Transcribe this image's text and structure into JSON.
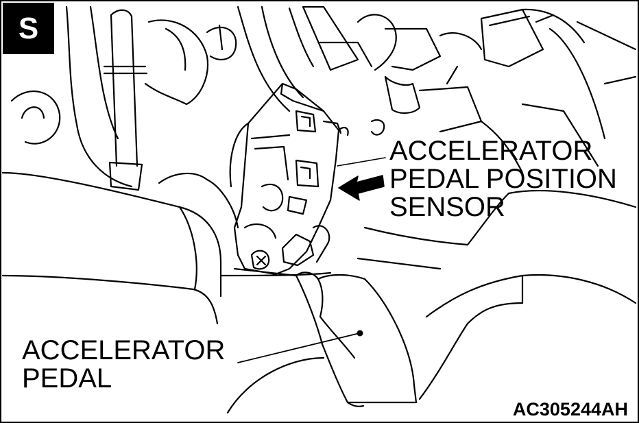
{
  "badge": {
    "letter": "S"
  },
  "labels": {
    "sensor": [
      "ACCELERATOR",
      "PEDAL POSITION",
      "SENSOR"
    ],
    "pedal": [
      "ACCELERATOR",
      "PEDAL"
    ]
  },
  "reference_code": "AC305244AH",
  "colors": {
    "ink": "#000000",
    "paper": "#ffffff"
  }
}
